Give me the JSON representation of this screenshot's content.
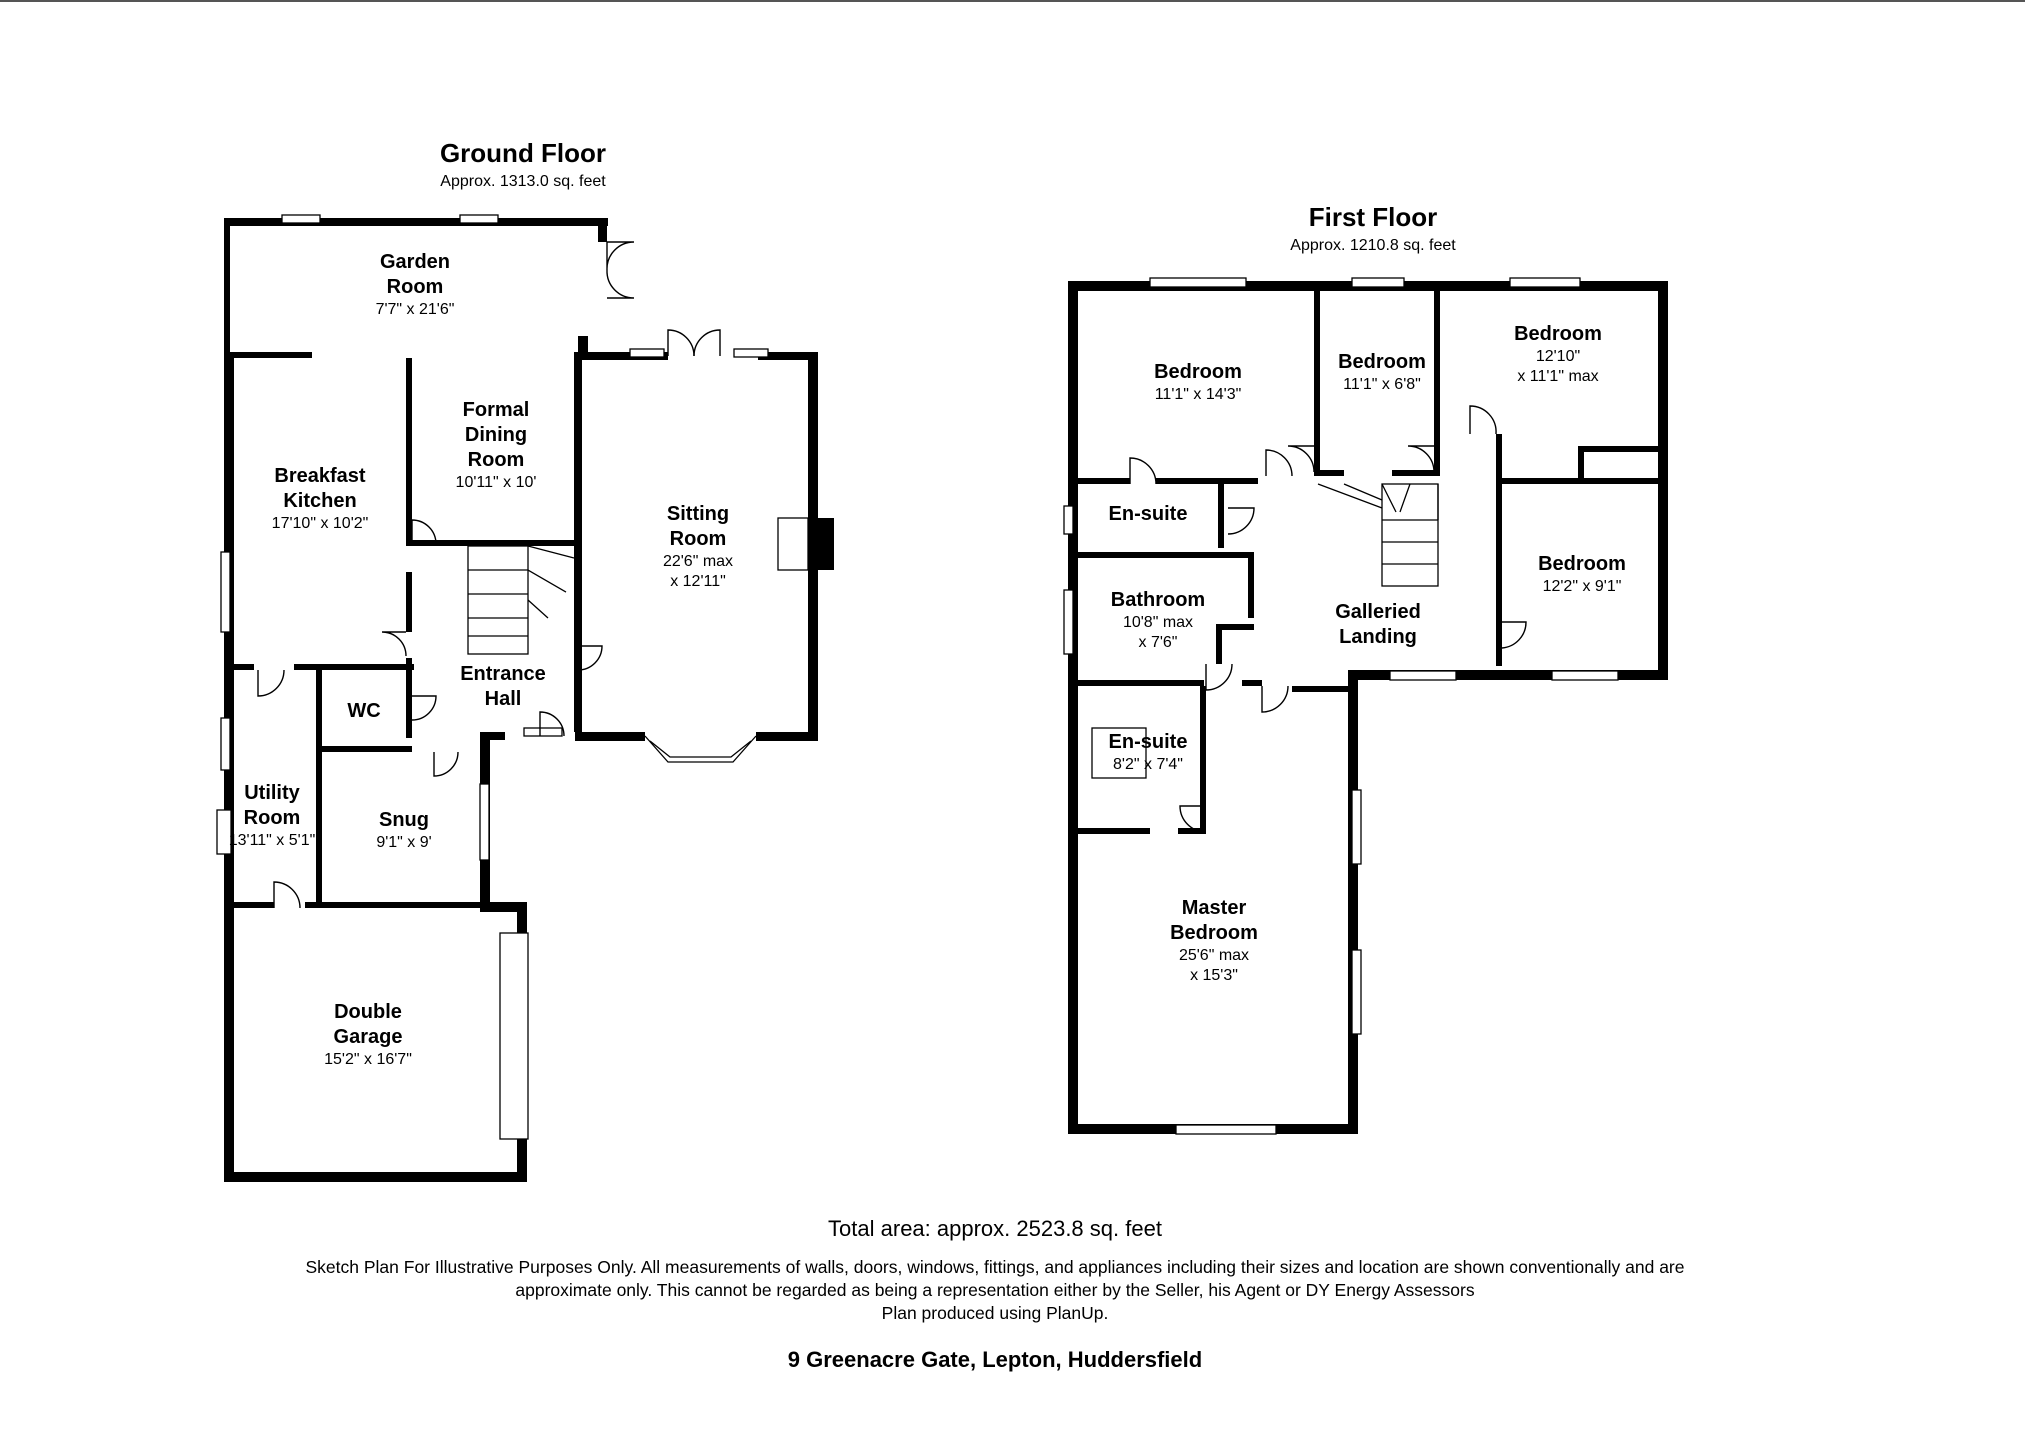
{
  "ground_floor": {
    "title": "Ground Floor",
    "area": "Approx. 1313.0 sq. feet",
    "rooms": {
      "garden_room": {
        "name": [
          "Garden",
          "Room"
        ],
        "dim": [
          "7'7\" x 21'6\""
        ]
      },
      "formal_dining": {
        "name": [
          "Formal",
          "Dining",
          "Room"
        ],
        "dim": [
          "10'11\" x 10'"
        ]
      },
      "breakfast_kitchen": {
        "name": [
          "Breakfast",
          "Kitchen"
        ],
        "dim": [
          "17'10\" x 10'2\""
        ]
      },
      "sitting_room": {
        "name": [
          "Sitting",
          "Room"
        ],
        "dim": [
          "22'6\" max",
          "x 12'11\""
        ]
      },
      "entrance_hall": {
        "name": [
          "Entrance",
          "Hall"
        ],
        "dim": []
      },
      "wc": {
        "name": [
          "WC"
        ],
        "dim": []
      },
      "utility_room": {
        "name": [
          "Utility",
          "Room"
        ],
        "dim": [
          "13'11\" x 5'1\""
        ]
      },
      "snug": {
        "name": [
          "Snug"
        ],
        "dim": [
          "9'1\" x 9'"
        ]
      },
      "double_garage": {
        "name": [
          "Double",
          "Garage"
        ],
        "dim": [
          "15'2\" x 16'7\""
        ]
      }
    }
  },
  "first_floor": {
    "title": "First Floor",
    "area": "Approx. 1210.8 sq. feet",
    "rooms": {
      "bedroom_a": {
        "name": [
          "Bedroom"
        ],
        "dim": [
          "11'1\" x 14'3\""
        ]
      },
      "bedroom_b": {
        "name": [
          "Bedroom"
        ],
        "dim": [
          "11'1\" x 6'8\""
        ]
      },
      "bedroom_c": {
        "name": [
          "Bedroom"
        ],
        "dim": [
          "12'10\"",
          "x 11'1\" max"
        ]
      },
      "bedroom_d": {
        "name": [
          "Bedroom"
        ],
        "dim": [
          "12'2\" x 9'1\""
        ]
      },
      "ensuite_a": {
        "name": [
          "En-suite"
        ],
        "dim": []
      },
      "bathroom": {
        "name": [
          "Bathroom"
        ],
        "dim": [
          "10'8\" max",
          "x 7'6\""
        ]
      },
      "galleried_landing": {
        "name": [
          "Galleried",
          "Landing"
        ],
        "dim": []
      },
      "ensuite_b": {
        "name": [
          "En-suite"
        ],
        "dim": [
          "8'2\" x 7'4\""
        ]
      },
      "master_bedroom": {
        "name": [
          "Master",
          "Bedroom"
        ],
        "dim": [
          "25'6\" max",
          "x 15'3\""
        ]
      }
    }
  },
  "total_area": "Total area: approx. 2523.8 sq. feet",
  "disclaimer": [
    "Sketch Plan For Illustrative Purposes Only. All measurements of walls, doors, windows, fittings, and appliances including their sizes and location are shown conventionally and are",
    "approximate only. This cannot be regarded as being a representation either by the Seller, his Agent or DY Energy Assessors",
    "Plan produced using PlanUp."
  ],
  "address": "9 Greenacre Gate, Lepton, Huddersfield"
}
